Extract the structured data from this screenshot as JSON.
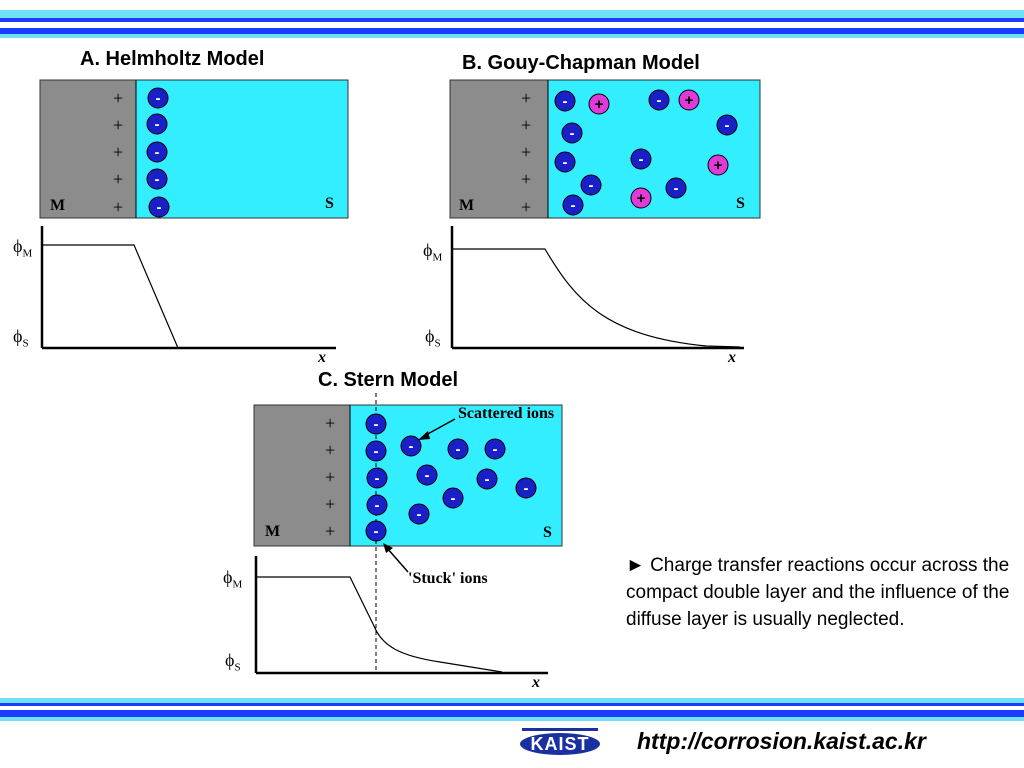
{
  "panels": {
    "a": {
      "title": "A. Helmholtz Model",
      "metal_label": "M",
      "solution_label": "S",
      "plus": "+",
      "minus": "-",
      "phi_symbol": "ϕ",
      "phi_m_sub": "M",
      "phi_s_sub": "S",
      "x_label": "x"
    },
    "b": {
      "title": "B. Gouy-Chapman Model",
      "metal_label": "M",
      "solution_label": "S",
      "plus": "+",
      "minus": "-",
      "phi_symbol": "ϕ",
      "phi_m_sub": "M",
      "phi_s_sub": "S",
      "x_label": "x"
    },
    "c": {
      "title": "C. Stern Model",
      "metal_label": "M",
      "solution_label": "S",
      "plus": "+",
      "minus": "-",
      "phi_symbol": "ϕ",
      "phi_m_sub": "M",
      "phi_s_sub": "S",
      "x_label": "x",
      "scattered_label": "Scattered ions",
      "stuck_label": "'Stuck' ions"
    }
  },
  "note": {
    "text": "► Charge transfer reactions occur across the compact double layer and the influence of the diffuse layer is usually neglected."
  },
  "footer": {
    "url": "http://corrosion.kaist.ac.kr",
    "logo_text": "KAIST"
  },
  "colors": {
    "metal": "#8c8c8c",
    "solution": "#33eeff",
    "anion": "#1a20c8",
    "cation": "#e03ad8",
    "band_blue": "#1a1aff",
    "band_cyan": "#66e8ff"
  }
}
